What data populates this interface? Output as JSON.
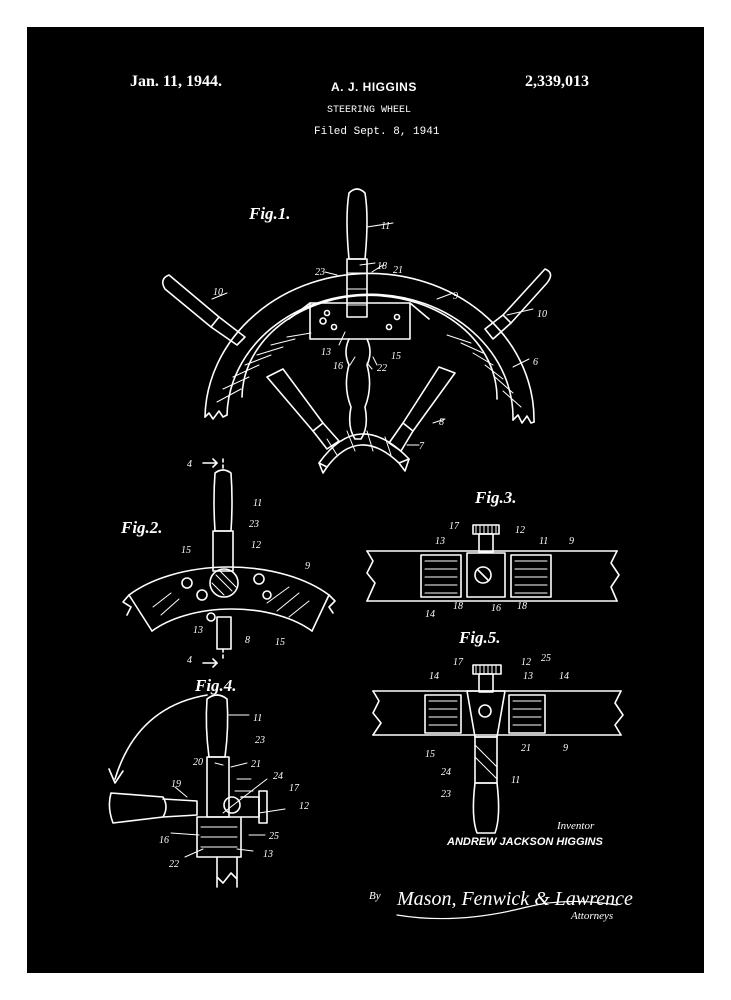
{
  "header": {
    "date": "Jan. 11, 1944.",
    "inventor": "A. J. HIGGINS",
    "title": "STEERING WHEEL",
    "filed": "Filed Sept. 8, 1941",
    "patent_number": "2,339,013"
  },
  "figures": {
    "fig1": {
      "caption": "Fig.1.",
      "labels": [
        "11",
        "18",
        "21",
        "23",
        "9",
        "10",
        "10",
        "6",
        "13",
        "16",
        "15",
        "22",
        "8",
        "7"
      ]
    },
    "fig2": {
      "caption": "Fig.2.",
      "labels": [
        "4",
        "11",
        "23",
        "12",
        "15",
        "9",
        "13",
        "8",
        "15",
        "4"
      ]
    },
    "fig3": {
      "caption": "Fig.3.",
      "labels": [
        "17",
        "12",
        "13",
        "11",
        "9",
        "14",
        "18",
        "16",
        "18"
      ]
    },
    "fig4": {
      "caption": "Fig.4.",
      "labels": [
        "11",
        "20",
        "23",
        "21",
        "19",
        "24",
        "17",
        "12",
        "16",
        "25",
        "22",
        "13"
      ]
    },
    "fig5": {
      "caption": "Fig.5.",
      "labels": [
        "17",
        "12",
        "25",
        "14",
        "13",
        "14",
        "15",
        "21",
        "9",
        "24",
        "23",
        "11"
      ]
    }
  },
  "signature_block": {
    "inventor_caption": "Inventor",
    "inventor_name": "ANDREW JACKSON HIGGINS",
    "by": "By",
    "attorneys_signature": "Mason, Fenwick & Lawrence",
    "attorneys_caption": "Attorneys"
  },
  "colors": {
    "frame": "#ffffff",
    "background": "#000000",
    "ink": "#ffffff"
  }
}
